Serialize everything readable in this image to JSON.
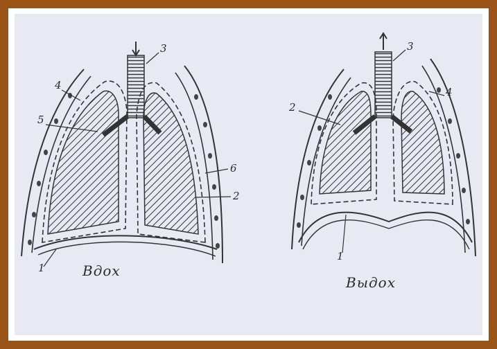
{
  "captions": {
    "inhale": "Вдох",
    "exhale": "Выдох"
  },
  "labels": {
    "left": {
      "trachea": "3",
      "pleura_outer": "4",
      "bronchus": "5",
      "cavity": "6",
      "lung": "2",
      "diaphragm": "1"
    },
    "right": {
      "trachea": "3",
      "pleura_outer": "4",
      "lung": "2",
      "diaphragm": "1"
    }
  },
  "colors": {
    "frame": "#9a5418",
    "paper": "#e9e9f3",
    "ink": "#2a2a2a"
  }
}
